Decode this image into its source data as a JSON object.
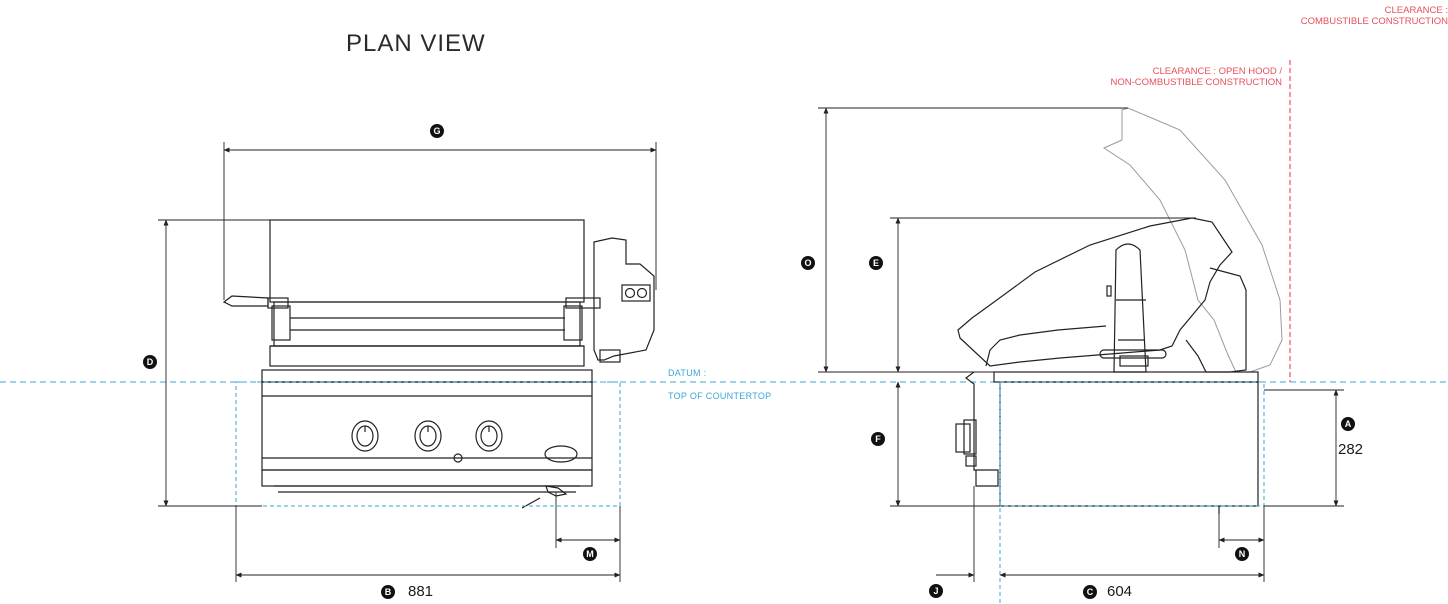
{
  "title": "PLAN VIEW",
  "clearance_combustible": {
    "line1": "CLEARANCE :",
    "line2": "COMBUSTIBLE CONSTRUCTION"
  },
  "clearance_open_hood": {
    "line1": "CLEARANCE : OPEN HOOD /",
    "line2": "NON-COMBUSTIBLE CONSTRUCTION"
  },
  "datum": {
    "line1": "DATUM :",
    "line2": "TOP OF COUNTERTOP"
  },
  "markers": {
    "A": "A",
    "B": "B",
    "C": "C",
    "D": "D",
    "E": "E",
    "F": "F",
    "G": "G",
    "J": "J",
    "M": "M",
    "N": "N",
    "O": "O"
  },
  "dimensions": {
    "A": "282",
    "B": "881",
    "C": "604"
  },
  "colors": {
    "line": "#222222",
    "datum": "#3aa7d6",
    "clearance": "#e8505b",
    "hood_ghost": "#9a9a9a"
  }
}
